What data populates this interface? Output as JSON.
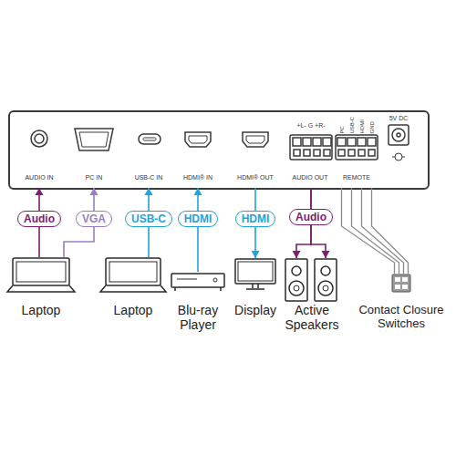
{
  "diagram": {
    "nodes": [
      {
        "text": [
          "AUDIO IN"
        ]
      },
      {
        "text": [
          "PC IN"
        ]
      },
      {
        "text": [
          "USB-C IN"
        ]
      },
      {
        "text": [
          "HDMI® IN"
        ]
      },
      {
        "text": [
          "HDMI® OUT"
        ]
      },
      {
        "text": [
          "AUDIO OUT"
        ]
      },
      {
        "text": [
          "REMOTE"
        ]
      },
      {
        "text": [
          "Laptop"
        ]
      },
      {
        "text": [
          "Laptop"
        ]
      },
      {
        "text": [
          "Blu-ray Player"
        ]
      },
      {
        "text": [
          "Display"
        ]
      },
      {
        "text": [
          "Active Speakers"
        ]
      },
      {
        "text": [
          "Contact Closure Switches"
        ]
      }
    ],
    "edges": [
      {
        "from": 7,
        "to": 0,
        "arrow": "to",
        "label": "Audio"
      },
      {
        "from": 7,
        "to": 1,
        "arrow": "to",
        "label": "VGA"
      },
      {
        "from": 8,
        "to": 2,
        "arrow": "to",
        "label": "USB-C"
      },
      {
        "from": 9,
        "to": 3,
        "arrow": "to",
        "label": "HDMI"
      },
      {
        "from": 4,
        "to": 10,
        "arrow": "to",
        "label": "HDMI"
      },
      {
        "from": 5,
        "to": 11,
        "arrow": "to",
        "label": "Audio"
      },
      {
        "from": 6,
        "to": 12,
        "arrow": "none"
      }
    ],
    "labels": [
      "+L- G +R-",
      "PC",
      "USB-C",
      "HDMI",
      "GND",
      "5V DC"
    ]
  }
}
